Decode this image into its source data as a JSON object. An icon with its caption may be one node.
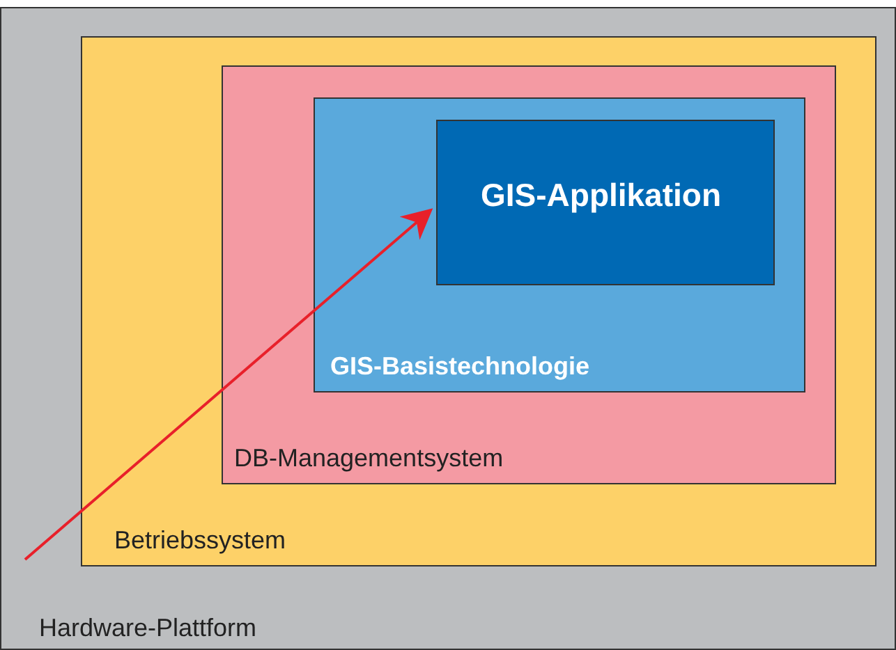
{
  "diagram": {
    "nodes": [
      {
        "text": [
          "Hardware-Plattform"
        ]
      },
      {
        "text": [
          "Betriebssystem"
        ],
        "in": 0
      },
      {
        "text": [
          "DB-Managementsystem"
        ],
        "in": 1
      },
      {
        "text": [
          "GIS-Basistechnologie"
        ],
        "in": 2
      },
      {
        "text": [
          "GIS-Applikation"
        ],
        "in": 3
      }
    ],
    "edges": [
      {
        "from": null,
        "to": 4,
        "arrow": "to",
        "color": "#e8202a"
      }
    ]
  }
}
